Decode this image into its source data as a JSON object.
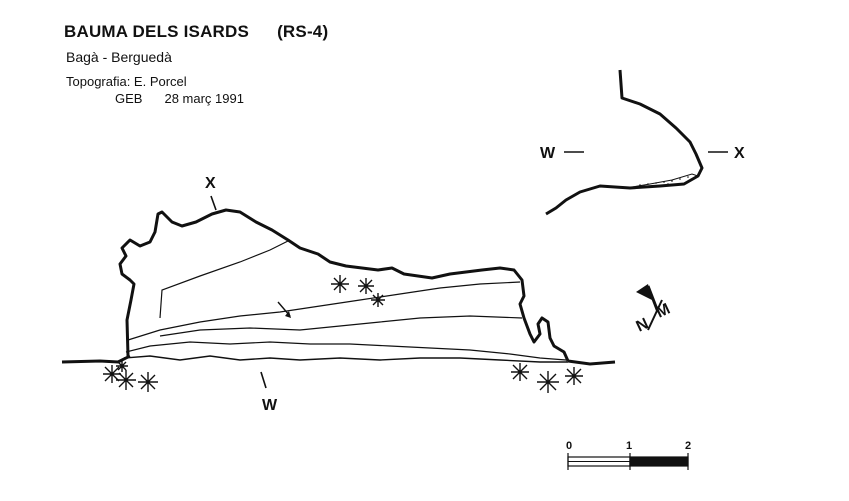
{
  "header": {
    "title": "BAUMA DELS ISARDS",
    "code": "(RS-4)",
    "location": "Bagà - Berguedà",
    "topography": "Topografia: E. Porcel",
    "group": "GEB",
    "date": "28 març 1991"
  },
  "labels": {
    "section_w": "W",
    "section_x": "X",
    "plan_x": "X",
    "plan_w": "W",
    "north": "N",
    "magnetic": "M"
  },
  "scale": {
    "ticks": [
      "0",
      "1",
      "2"
    ]
  }
}
